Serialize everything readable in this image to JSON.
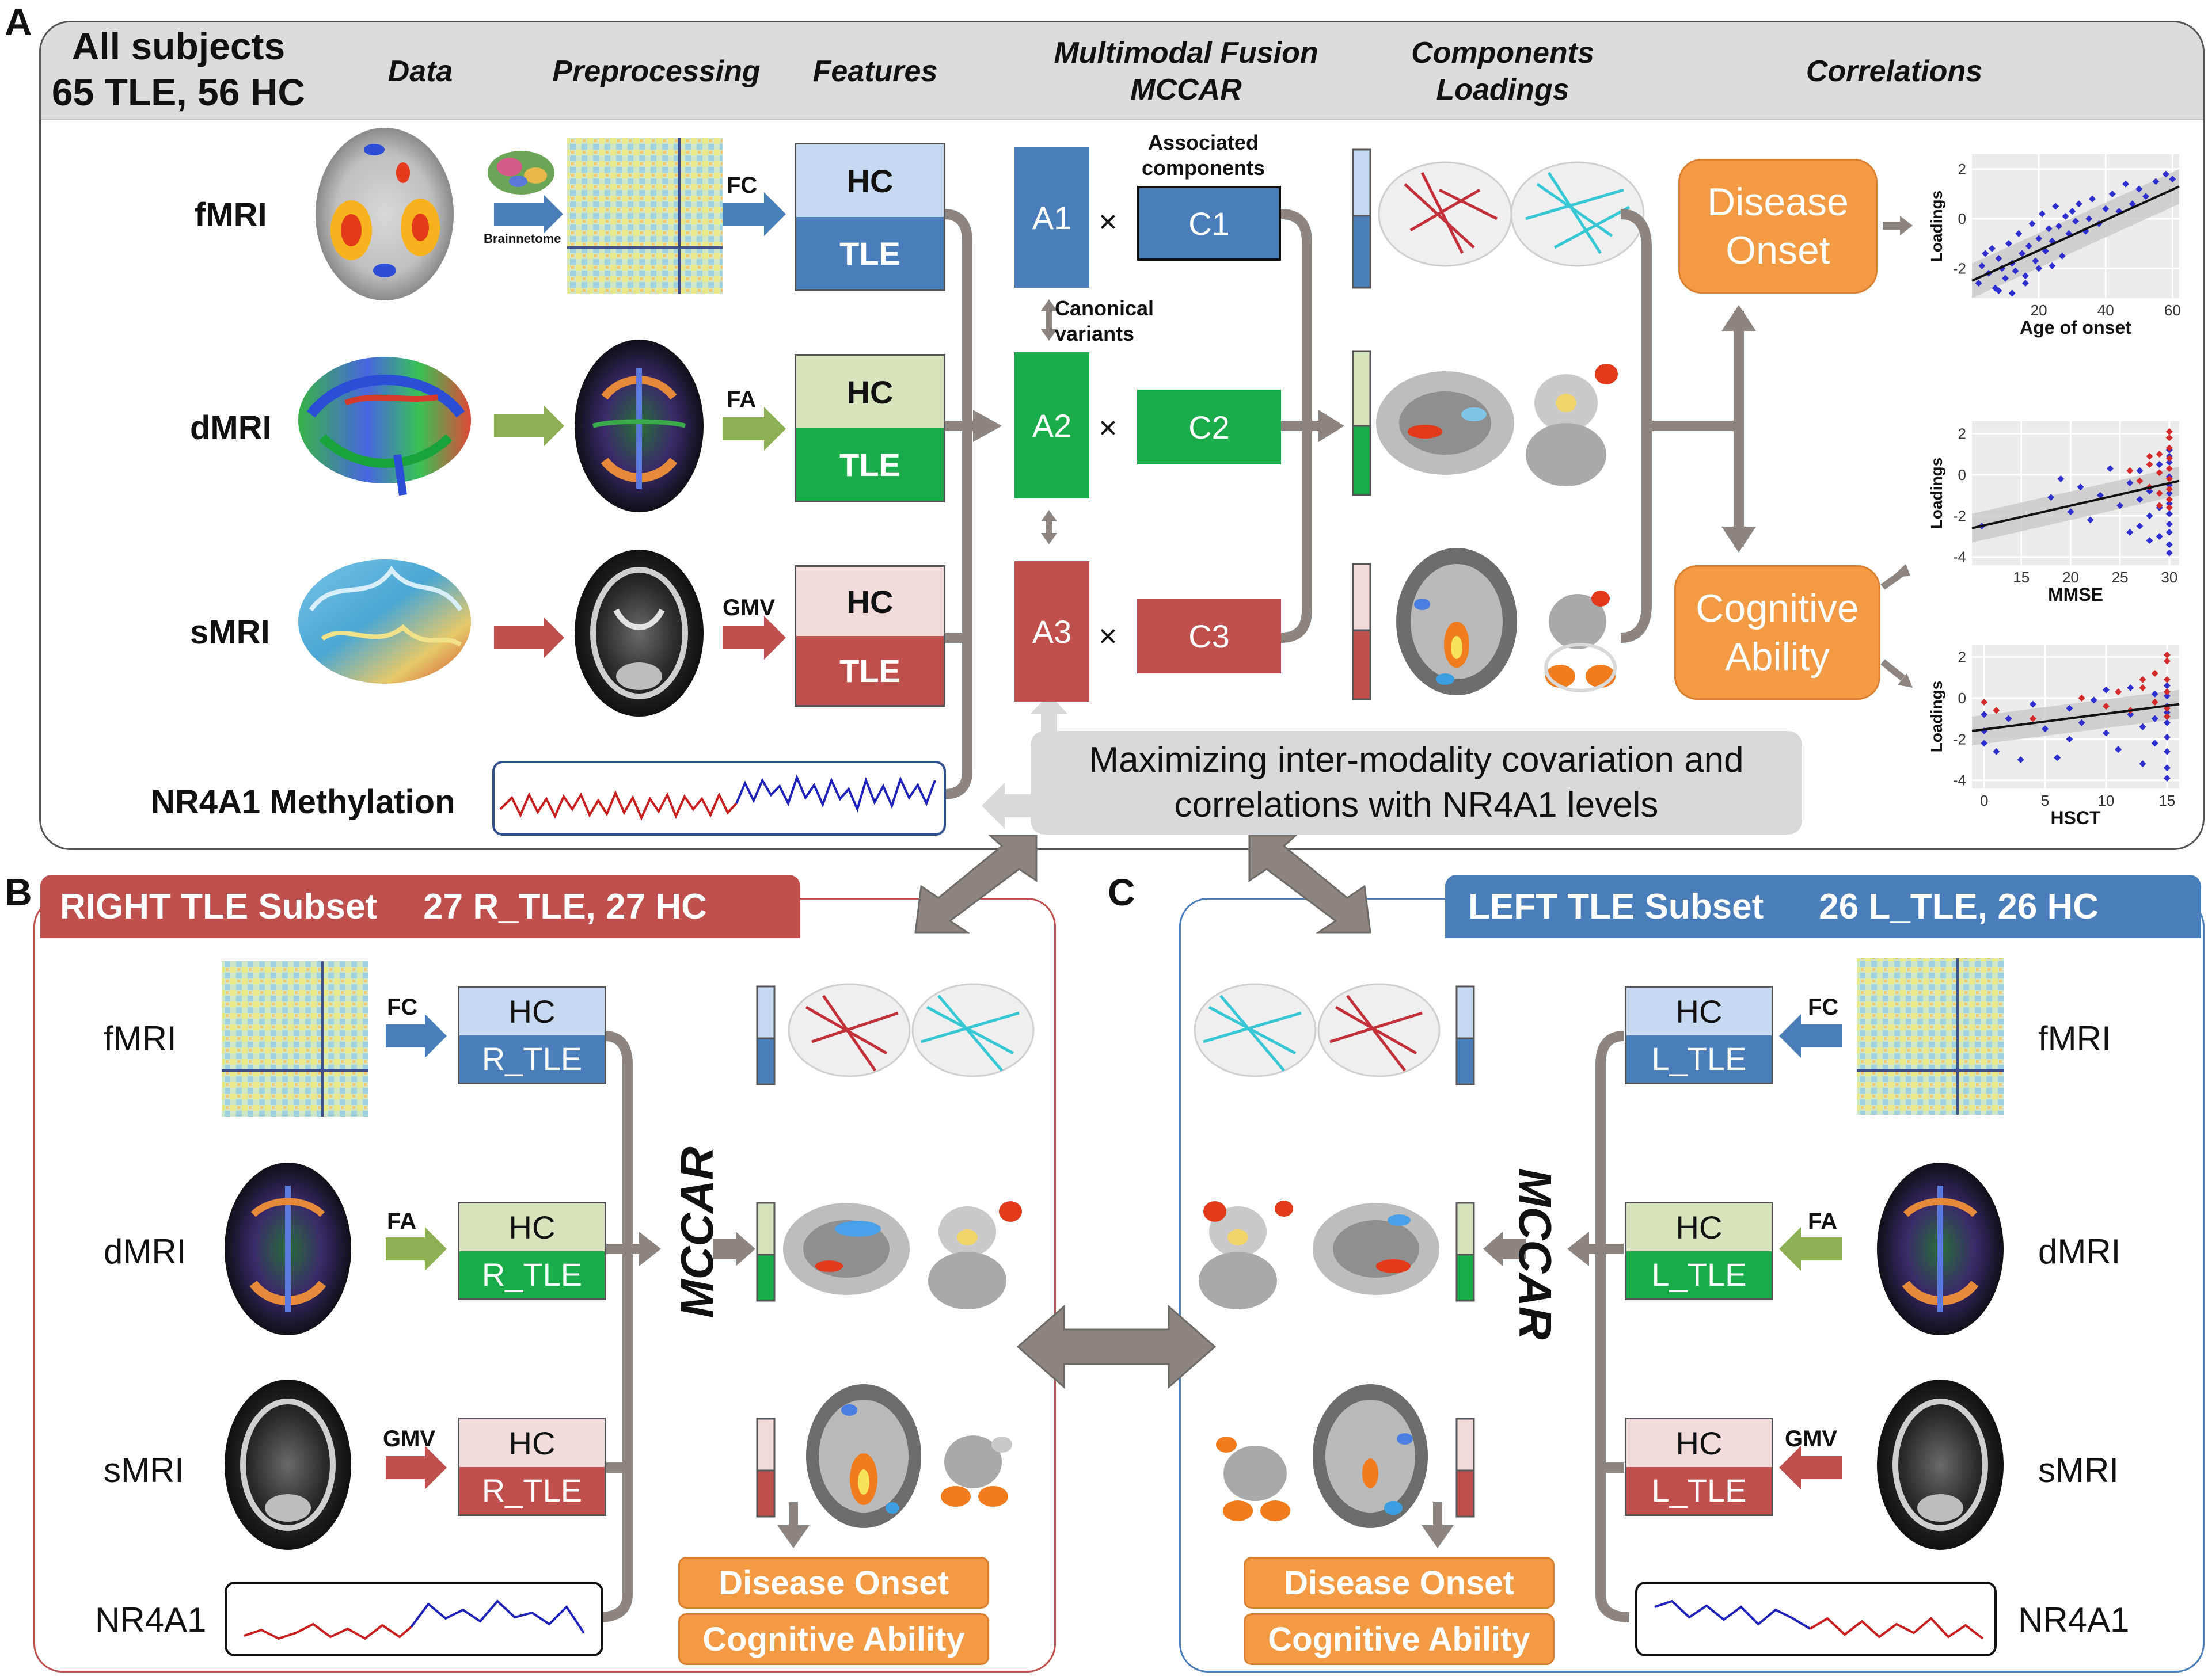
{
  "panelA": {
    "letter": "A",
    "subjects_line1": "All subjects",
    "subjects_line2": "65 TLE, 56 HC",
    "headers": {
      "data": "Data",
      "preprocessing": "Preprocessing",
      "features": "Features",
      "fusion_line1": "Multimodal Fusion",
      "fusion_line2": "MCCAR",
      "components_line1": "Components",
      "components_line2": "Loadings",
      "correlations": "Correlations"
    },
    "modalities": [
      "fMRI",
      "dMRI",
      "sMRI"
    ],
    "methylation_label": "NR4A1 Methylation",
    "brainnetome": "Brainnetome",
    "feature_arrows": [
      "FC",
      "FA",
      "GMV"
    ],
    "hc": "HC",
    "tle": "TLE",
    "a_boxes": [
      "A1",
      "A2",
      "A3"
    ],
    "c_boxes": [
      "C1",
      "C2",
      "C3"
    ],
    "times": "×",
    "associated_line1": "Associated",
    "associated_line2": "components",
    "canonical_line1": "Canonical",
    "canonical_line2": "variants",
    "disease_onset_line1": "Disease",
    "disease_onset_line2": "Onset",
    "cognitive_line1": "Cognitive",
    "cognitive_line2": "Ability",
    "maximizing_line1": "Maximizing inter-modality covariation and",
    "maximizing_line2": "correlations with NR4A1 levels"
  },
  "panelB": {
    "letter": "B",
    "title": "RIGHT TLE Subset",
    "counts": "27 R_TLE, 27 HC",
    "modalities": [
      "fMRI",
      "dMRI",
      "sMRI"
    ],
    "nr4a1": "NR4A1",
    "arrows": [
      "FC",
      "FA",
      "GMV"
    ],
    "hc": "HC",
    "tle": "R_TLE",
    "mccar": "MCCAR",
    "disease_onset": "Disease Onset",
    "cognitive_ability": "Cognitive Ability"
  },
  "panelC": {
    "letter": "C",
    "title": "LEFT  TLE Subset",
    "counts": "26 L_TLE, 26 HC",
    "modalities": [
      "fMRI",
      "dMRI",
      "sMRI"
    ],
    "nr4a1": "NR4A1",
    "arrows": [
      "FC",
      "FA",
      "GMV"
    ],
    "hc": "HC",
    "tle": "L_TLE",
    "mccar": "MCCAR",
    "disease_onset": "Disease Onset",
    "cognitive_ability": "Cognitive Ability"
  },
  "colors": {
    "fmri_dark": "#4a7ebb",
    "fmri_light": "#c6d9f1",
    "dmri_dark": "#1aab4b",
    "dmri_light": "#d7e4bd",
    "smri_dark": "#c0504d",
    "smri_light": "#f2dcdb",
    "orange": "#f39a45",
    "gray_arrow": "#8c8580"
  },
  "chart_data": [
    {
      "type": "scatter",
      "xlabel": "Age of onset",
      "ylabel": "Loadings",
      "xticks": [
        "20",
        "40",
        "60"
      ],
      "yticks": [
        "2",
        "0",
        "-2"
      ],
      "xlim": [
        0,
        62
      ],
      "ylim": [
        -3.2,
        2.6
      ],
      "trend": [
        [
          0,
          -2.5
        ],
        [
          62,
          1.3
        ]
      ],
      "series": [
        {
          "color": "#2f2fd0",
          "points": [
            [
              2,
              -2.6
            ],
            [
              3,
              -1.9
            ],
            [
              5,
              -2.2
            ],
            [
              6,
              -1.2
            ],
            [
              7,
              -2.8
            ],
            [
              8,
              -1.6
            ],
            [
              9,
              -2.0
            ],
            [
              10,
              -2.4
            ],
            [
              11,
              -1.0
            ],
            [
              12,
              -1.8
            ],
            [
              13,
              -2.1
            ],
            [
              14,
              -0.6
            ],
            [
              15,
              -1.4
            ],
            [
              16,
              -2.3
            ],
            [
              17,
              -1.1
            ],
            [
              18,
              -0.2
            ],
            [
              19,
              -1.7
            ],
            [
              20,
              -0.8
            ],
            [
              21,
              0.2
            ],
            [
              22,
              -1.3
            ],
            [
              23,
              -0.4
            ],
            [
              24,
              -0.9
            ],
            [
              25,
              0.5
            ],
            [
              26,
              -0.3
            ],
            [
              27,
              -1.5
            ],
            [
              28,
              0.1
            ],
            [
              29,
              -0.6
            ],
            [
              30,
              0.3
            ],
            [
              31,
              -0.1
            ],
            [
              32,
              0.6
            ],
            [
              34,
              -0.5
            ],
            [
              35,
              0.0
            ],
            [
              36,
              0.8
            ],
            [
              38,
              -0.2
            ],
            [
              40,
              0.4
            ],
            [
              42,
              1.0
            ],
            [
              44,
              0.3
            ],
            [
              46,
              1.4
            ],
            [
              48,
              0.6
            ],
            [
              50,
              1.2
            ],
            [
              52,
              0.9
            ],
            [
              55,
              1.5
            ],
            [
              58,
              1.8
            ],
            [
              60,
              1.6
            ],
            [
              8,
              -2.9
            ],
            [
              12,
              -3.0
            ],
            [
              16,
              -2.6
            ],
            [
              4,
              -1.4
            ],
            [
              20,
              -2.0
            ],
            [
              24,
              -1.9
            ]
          ]
        }
      ]
    },
    {
      "type": "scatter",
      "xlabel": "MMSE",
      "ylabel": "Loadings",
      "xticks": [
        "15",
        "20",
        "25",
        "30"
      ],
      "yticks": [
        "2",
        "0",
        "-2",
        "-4"
      ],
      "xlim": [
        10,
        31
      ],
      "ylim": [
        -4.4,
        2.6
      ],
      "trend": [
        [
          10,
          -2.6
        ],
        [
          31,
          -0.3
        ]
      ],
      "series": [
        {
          "color": "#2f2fd0",
          "points": [
            [
              11,
              -2.5
            ],
            [
              18,
              -1.1
            ],
            [
              19,
              -0.2
            ],
            [
              20,
              -1.8
            ],
            [
              21,
              -0.6
            ],
            [
              22,
              -2.2
            ],
            [
              23,
              -1.0
            ],
            [
              24,
              0.3
            ],
            [
              25,
              -1.5
            ],
            [
              26,
              -0.4
            ],
            [
              26,
              -2.8
            ],
            [
              27,
              0.2
            ],
            [
              27,
              -1.2
            ],
            [
              28,
              -0.8
            ],
            [
              28,
              -2.0
            ],
            [
              29,
              0.5
            ],
            [
              29,
              -1.6
            ],
            [
              29,
              -3.0
            ],
            [
              30,
              -0.5
            ],
            [
              30,
              0.6
            ],
            [
              30,
              -1.4
            ],
            [
              30,
              -2.4
            ],
            [
              30,
              -3.4
            ],
            [
              30,
              1.2
            ],
            [
              30,
              -0.1
            ],
            [
              30,
              -1.9
            ],
            [
              30,
              -2.8
            ],
            [
              30,
              0.9
            ],
            [
              30,
              -3.8
            ],
            [
              28,
              -3.2
            ],
            [
              27,
              -2.5
            ],
            [
              30,
              -0.9
            ]
          ]
        },
        {
          "color": "#d42a2a",
          "points": [
            [
              26,
              0.2
            ],
            [
              27,
              -0.3
            ],
            [
              28,
              0.5
            ],
            [
              28,
              -0.6
            ],
            [
              29,
              1.0
            ],
            [
              29,
              0.1
            ],
            [
              29,
              -0.9
            ],
            [
              30,
              1.8
            ],
            [
              30,
              0.8
            ],
            [
              30,
              0.3
            ],
            [
              30,
              -0.2
            ],
            [
              30,
              -0.7
            ],
            [
              30,
              -1.2
            ],
            [
              30,
              1.3
            ],
            [
              30,
              2.1
            ],
            [
              30,
              -1.6
            ],
            [
              29,
              -1.5
            ],
            [
              28,
              0.9
            ]
          ]
        }
      ]
    },
    {
      "type": "scatter",
      "xlabel": "HSCT",
      "ylabel": "Loadings",
      "xticks": [
        "0",
        "5",
        "10",
        "15"
      ],
      "yticks": [
        "2",
        "0",
        "-2",
        "-4"
      ],
      "xlim": [
        -1,
        16
      ],
      "ylim": [
        -4.4,
        2.6
      ],
      "trend": [
        [
          -1,
          -1.6
        ],
        [
          16,
          -0.3
        ]
      ],
      "series": [
        {
          "color": "#2f2fd0",
          "points": [
            [
              0,
              -0.8
            ],
            [
              0,
              -1.6
            ],
            [
              0,
              -2.2
            ],
            [
              1,
              -2.6
            ],
            [
              2,
              -1.0
            ],
            [
              3,
              -3.0
            ],
            [
              4,
              -0.3
            ],
            [
              5,
              -1.5
            ],
            [
              6,
              -2.9
            ],
            [
              7,
              -0.5
            ],
            [
              7,
              -2.0
            ],
            [
              8,
              -1.2
            ],
            [
              9,
              -0.1
            ],
            [
              10,
              -1.7
            ],
            [
              10,
              0.4
            ],
            [
              11,
              -2.5
            ],
            [
              12,
              -0.8
            ],
            [
              12,
              0.5
            ],
            [
              13,
              -1.4
            ],
            [
              13,
              -3.2
            ],
            [
              14,
              0.2
            ],
            [
              14,
              -1.0
            ],
            [
              14,
              -2.2
            ],
            [
              15,
              0.6
            ],
            [
              15,
              -0.4
            ],
            [
              15,
              -1.2
            ],
            [
              15,
              -1.9
            ],
            [
              15,
              -2.6
            ],
            [
              15,
              -3.4
            ],
            [
              15,
              0.1
            ],
            [
              15,
              -0.7
            ],
            [
              15,
              -3.9
            ]
          ]
        },
        {
          "color": "#d42a2a",
          "points": [
            [
              0,
              -0.2
            ],
            [
              1,
              -0.6
            ],
            [
              4,
              -1.0
            ],
            [
              8,
              0.0
            ],
            [
              10,
              -0.4
            ],
            [
              11,
              0.3
            ],
            [
              12,
              -0.6
            ],
            [
              13,
              0.5
            ],
            [
              14,
              1.2
            ],
            [
              14,
              -0.2
            ],
            [
              15,
              1.8
            ],
            [
              15,
              0.9
            ],
            [
              15,
              0.3
            ],
            [
              15,
              -0.5
            ],
            [
              15,
              2.1
            ],
            [
              15,
              -0.9
            ],
            [
              13,
              0.9
            ]
          ]
        }
      ]
    }
  ]
}
